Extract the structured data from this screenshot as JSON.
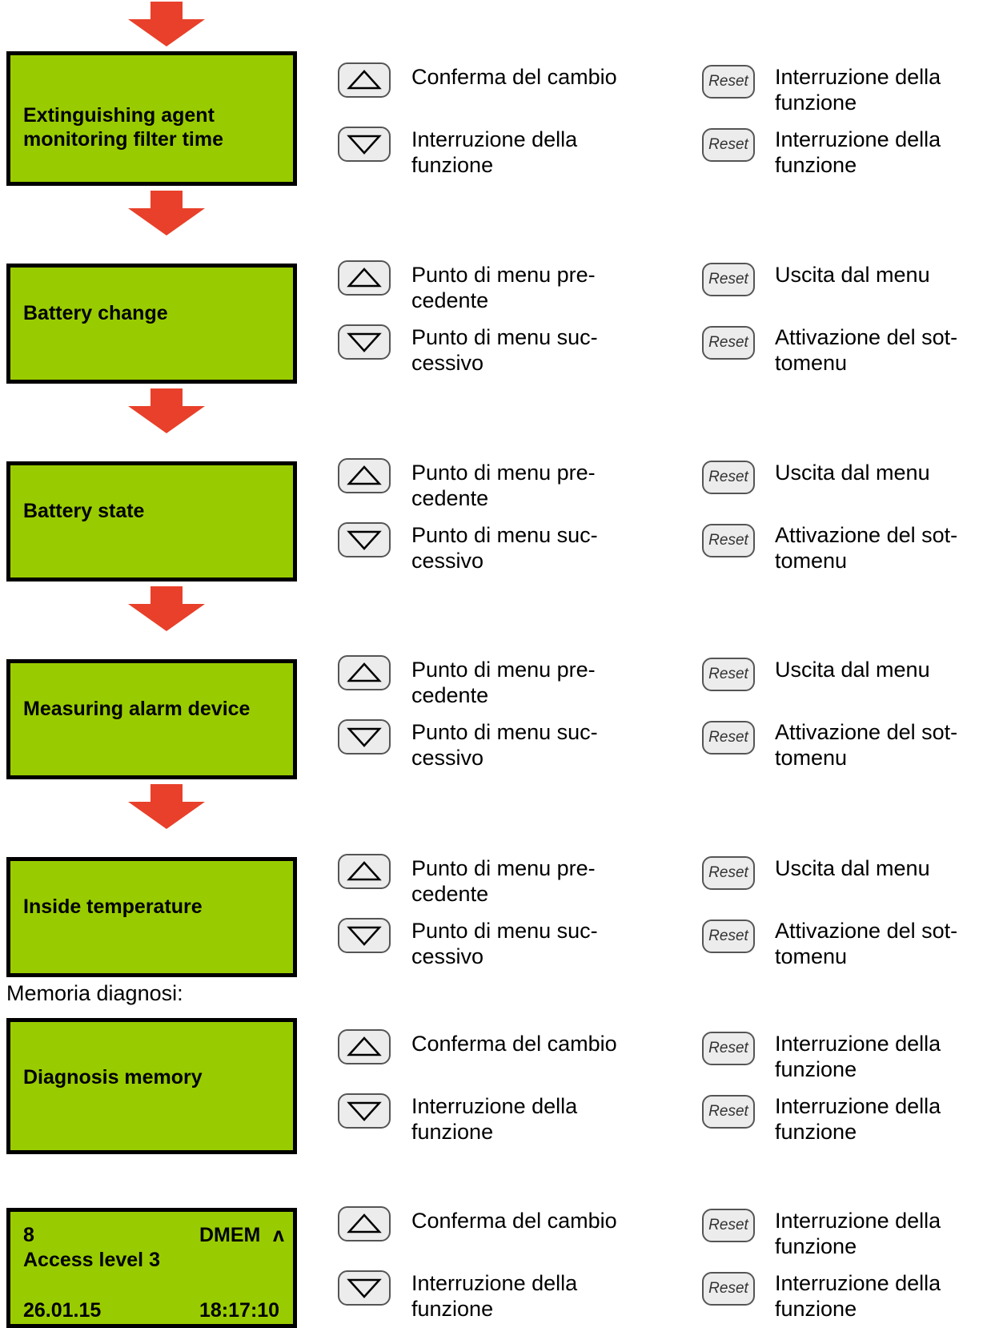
{
  "key_labels": {
    "reset": "Reset"
  },
  "colors": {
    "lcd": "#99cc00",
    "arrow": "#e8402a"
  },
  "blocks": [
    {
      "display": [
        "Extinguishing agent",
        "monitoring filter time"
      ],
      "up_desc": "Conferma del cambio",
      "down_desc": "Interruzione della funzione",
      "reset1_desc": "Interruzione della funzione",
      "reset2_desc": "Interruzione della funzione"
    },
    {
      "display": [
        "Battery change"
      ],
      "up_desc": "Punto di menu pre-cedente",
      "down_desc": "Punto di menu suc-cessivo",
      "reset1_desc": "Uscita dal menu",
      "reset2_desc": "Attivazione del sot-tomenu"
    },
    {
      "display": [
        "Battery state"
      ],
      "up_desc": "Punto di menu pre-cedente",
      "down_desc": "Punto di menu suc-cessivo",
      "reset1_desc": "Uscita dal menu",
      "reset2_desc": "Attivazione del sot-tomenu"
    },
    {
      "display": [
        "Measuring alarm device"
      ],
      "up_desc": "Punto di menu pre-cedente",
      "down_desc": "Punto di menu suc-cessivo",
      "reset1_desc": "Uscita dal menu",
      "reset2_desc": "Attivazione del sot-tomenu"
    },
    {
      "display": [
        "Inside temperature"
      ],
      "up_desc": "Punto di menu pre-cedente",
      "down_desc": "Punto di menu suc-cessivo",
      "reset1_desc": "Uscita dal menu",
      "reset2_desc": "Attivazione del sot-tomenu"
    },
    {
      "display": [
        "Diagnosis memory"
      ],
      "up_desc": "Conferma del cambio",
      "down_desc": "Interruzione della funzione",
      "reset1_desc": "Interruzione della funzione",
      "reset2_desc": "Interruzione della funzione"
    },
    {
      "display": [],
      "up_desc": "Conferma del cambio",
      "down_desc": "Interruzione della funzione",
      "reset1_desc": "Interruzione della funzione",
      "reset2_desc": "Interruzione della funzione"
    }
  ],
  "section_note": "Memoria diagnosi:",
  "last_display": {
    "number": "8",
    "code": "DMEM",
    "caret": "ʌ",
    "access": "Access level 3",
    "date": "26.01.15",
    "time": "18:17:10"
  }
}
